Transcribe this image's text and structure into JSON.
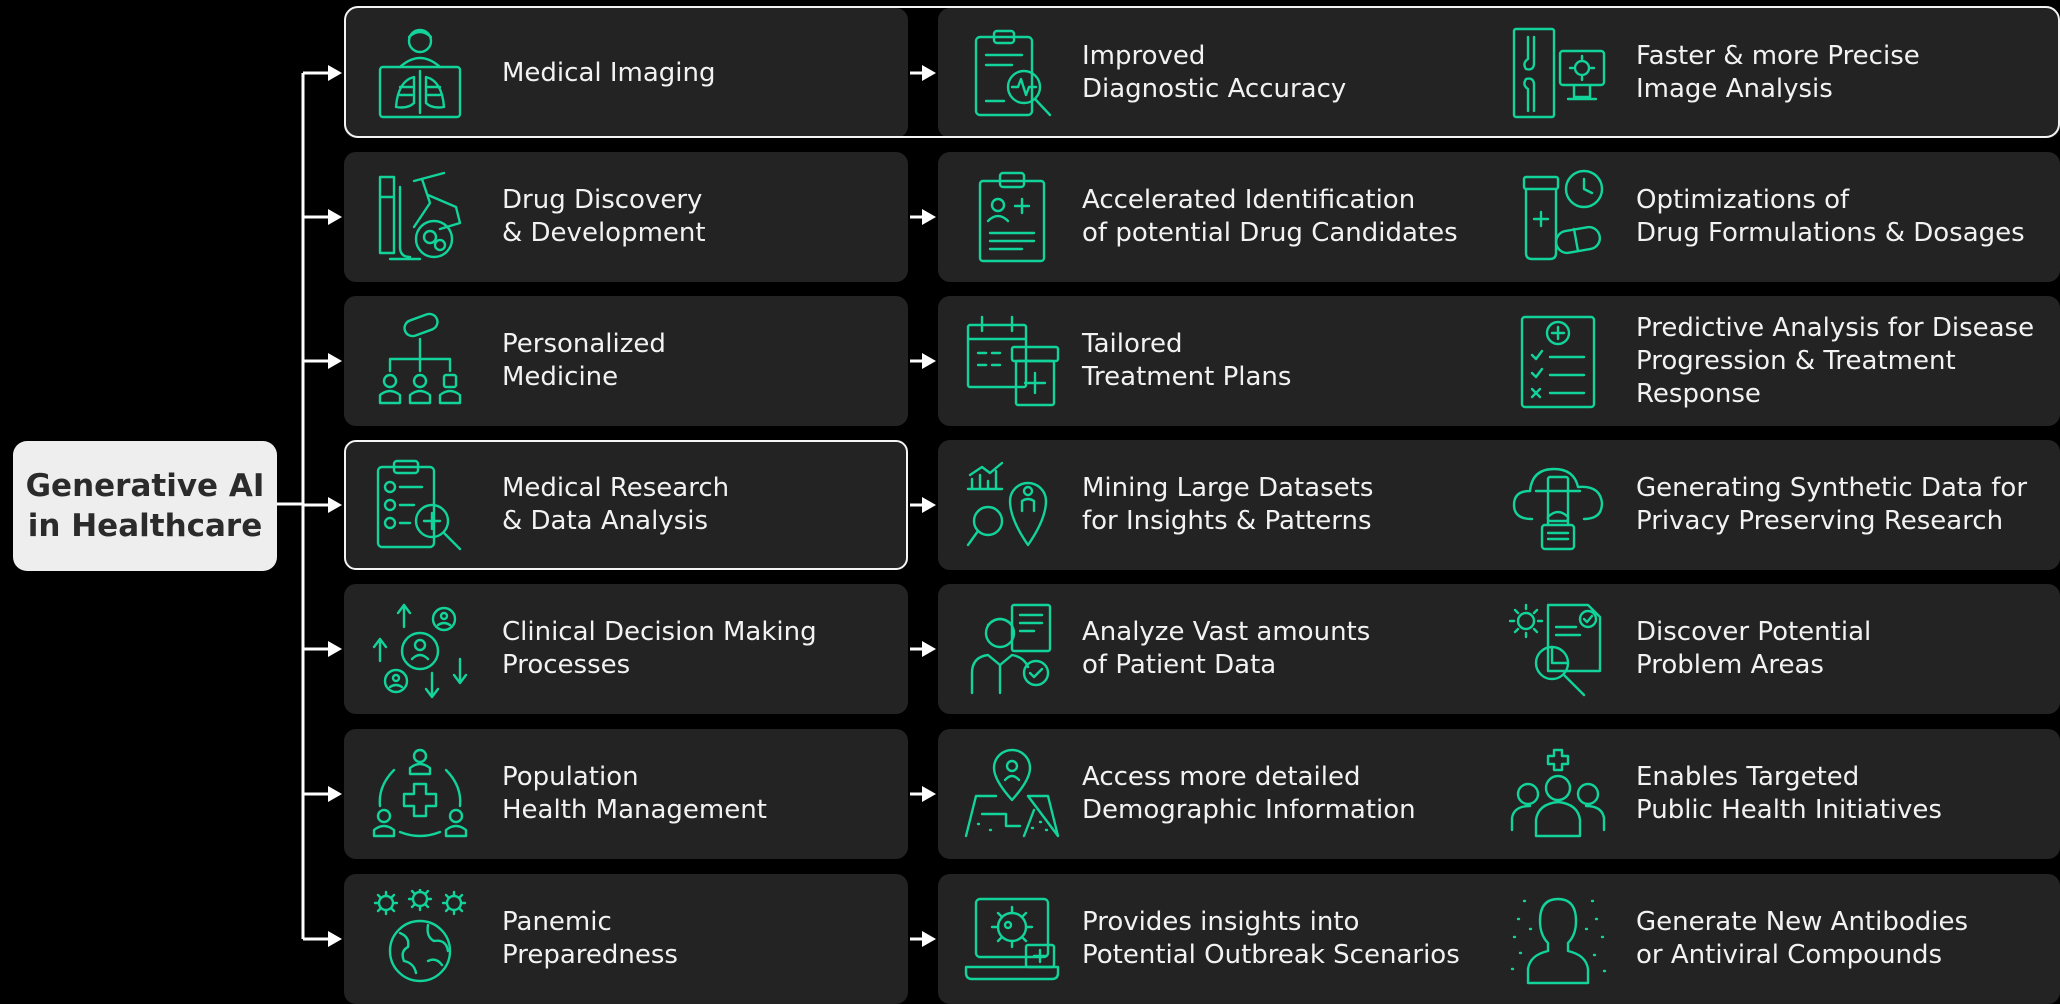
{
  "title": {
    "line1": "Generative AI",
    "line2": "in Healthcare"
  },
  "colors": {
    "accent": "#12d39a",
    "panel": "#232323",
    "background": "#000000",
    "root_box": "#eeeeee",
    "highlight_border": "#f4f4f4"
  },
  "rows": [
    {
      "category": {
        "icon": "xray-doctor-icon",
        "lines": [
          "Medical Imaging"
        ]
      },
      "benefit_a": {
        "icon": "clipboard-magnifier-icon",
        "lines": [
          "Improved",
          "Diagnostic Accuracy"
        ]
      },
      "benefit_b": {
        "icon": "bone-scan-monitor-icon",
        "lines": [
          "Faster & more Precise",
          "Image Analysis"
        ]
      }
    },
    {
      "category": {
        "icon": "lab-molecule-icon",
        "lines": [
          "Drug Discovery",
          "& Development"
        ]
      },
      "benefit_a": {
        "icon": "medical-report-icon",
        "lines": [
          "Accelerated Identification",
          "of potential Drug Candidates"
        ]
      },
      "benefit_b": {
        "icon": "pill-bottle-clock-icon",
        "lines": [
          "Optimizations of",
          "Drug Formulations & Dosages"
        ]
      }
    },
    {
      "category": {
        "icon": "capsule-people-network-icon",
        "lines": [
          "Personalized",
          "Medicine"
        ]
      },
      "benefit_a": {
        "icon": "calendar-medicine-icon",
        "lines": [
          "Tailored",
          "Treatment Plans"
        ]
      },
      "benefit_b": {
        "icon": "checklist-plus-icon",
        "lines": [
          "Predictive Analysis for Disease",
          "Progression & Treatment",
          "Response"
        ]
      }
    },
    {
      "category": {
        "icon": "clipboard-research-icon",
        "lines": [
          "Medical Research",
          "& Data Analysis"
        ]
      },
      "benefit_a": {
        "icon": "data-mining-icon",
        "lines": [
          "Mining Large Datasets",
          "for Insights & Patterns"
        ]
      },
      "benefit_b": {
        "icon": "cloud-lock-icon",
        "lines": [
          "Generating Synthetic Data for",
          "Privacy Preserving Research"
        ]
      }
    },
    {
      "category": {
        "icon": "decision-people-arrows-icon",
        "lines": [
          "Clinical Decision Making",
          "Processes"
        ]
      },
      "benefit_a": {
        "icon": "doctor-document-icon",
        "lines": [
          "Analyze Vast amounts",
          "of Patient Data"
        ]
      },
      "benefit_b": {
        "icon": "gear-report-magnifier-icon",
        "lines": [
          "Discover Potential",
          "Problem Areas"
        ]
      }
    },
    {
      "category": {
        "icon": "population-health-icon",
        "lines": [
          "Population",
          "Health Management"
        ]
      },
      "benefit_a": {
        "icon": "map-location-pin-icon",
        "lines": [
          "Access more detailed",
          "Demographic Information"
        ]
      },
      "benefit_b": {
        "icon": "group-plus-icon",
        "lines": [
          "Enables Targeted",
          "Public Health Initiatives"
        ]
      }
    },
    {
      "category": {
        "icon": "globe-virus-icon",
        "lines": [
          "Panemic",
          "Preparedness"
        ]
      },
      "benefit_a": {
        "icon": "laptop-virus-icon",
        "lines": [
          "Provides insights into",
          "Potential Outbreak Scenarios"
        ]
      },
      "benefit_b": {
        "icon": "person-antibody-icon",
        "lines": [
          "Generate New Antibodies",
          "or Antiviral Compounds"
        ]
      }
    }
  ]
}
